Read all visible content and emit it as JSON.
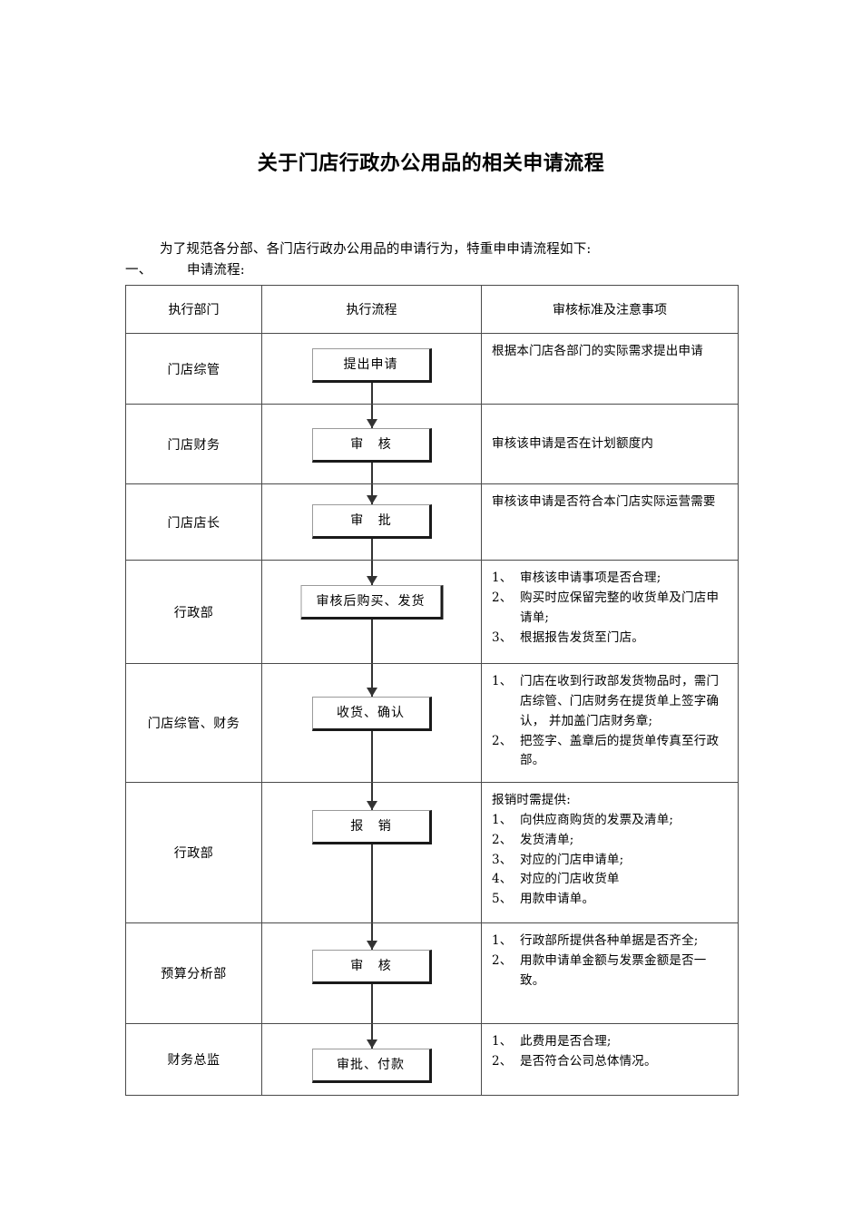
{
  "document": {
    "title": "关于门店行政办公用品的相关申请流程",
    "intro": "为了规范各分部、各门店行政办公用品的申请行为，特重申申请流程如下:",
    "section_number": "一、",
    "section_title": "申请流程:"
  },
  "table": {
    "headers": [
      "执行部门",
      "执行流程",
      "审核标准及注意事项"
    ],
    "rows": [
      {
        "dept": "门店综管",
        "box": "提出申请",
        "notes_plain": "根据本门店各部门的实际需求提出申请",
        "notes_list": []
      },
      {
        "dept": "门店财务",
        "box": "审 核",
        "notes_plain": "审核该申请是否在计划额度内",
        "notes_list": []
      },
      {
        "dept": "门店店长",
        "box": "审 批",
        "notes_plain": "审核该申请是否符合本门店实际运营需要",
        "notes_list": []
      },
      {
        "dept": "行政部",
        "box": "审核后购买、发货",
        "notes_plain": "",
        "notes_list": [
          {
            "num": "1、",
            "text": "审核该申请事项是否合理;"
          },
          {
            "num": "2、",
            "text": "购买时应保留完整的收货单及门店申请单;"
          },
          {
            "num": "3、",
            "text": "根据报告发货至门店。"
          }
        ]
      },
      {
        "dept": "门店综管、财务",
        "box": "收货、确认",
        "notes_plain": "",
        "notes_list": [
          {
            "num": "1、",
            "text": "门店在收到行政部发货物品时，需门店综管、门店财务在提货单上签字确认， 并加盖门店财务章;"
          },
          {
            "num": "2、",
            "text": "把签字、盖章后的提货单传真至行政部。"
          }
        ]
      },
      {
        "dept": "行政部",
        "box": "报 销",
        "notes_plain": "报销时需提供:",
        "notes_list": [
          {
            "num": "1、",
            "text": "向供应商购货的发票及清单;"
          },
          {
            "num": "2、",
            "text": "发货清单;"
          },
          {
            "num": "3、",
            "text": "对应的门店申请单;"
          },
          {
            "num": "4、",
            "text": "对应的门店收货单"
          },
          {
            "num": "5、",
            "text": "用款申请单。"
          }
        ]
      },
      {
        "dept": "预算分析部",
        "box": "审 核",
        "notes_plain": "",
        "notes_list": [
          {
            "num": "1、",
            "text": "行政部所提供各种单据是否齐全;"
          },
          {
            "num": "2、",
            "text": "用款申请单金额与发票金额是否一致。"
          }
        ]
      },
      {
        "dept": "财务总监",
        "box": "审批、付款",
        "notes_plain": "",
        "notes_list": [
          {
            "num": "1、",
            "text": "此费用是否合理;"
          },
          {
            "num": "2、",
            "text": "是否符合公司总体情况。"
          }
        ]
      }
    ]
  },
  "colors": {
    "text": "#000000",
    "border": "#4a4a4a",
    "connector": "#333333",
    "box_shadow": "#1a1a1a",
    "page_background": "#ffffff"
  }
}
